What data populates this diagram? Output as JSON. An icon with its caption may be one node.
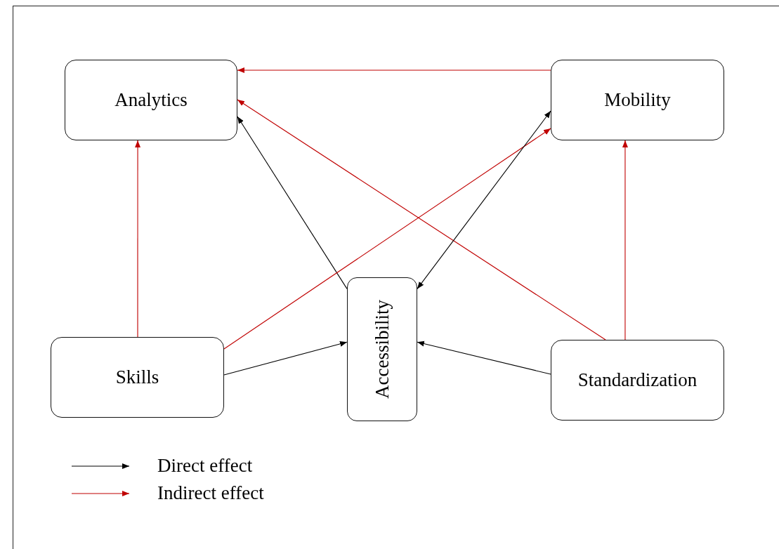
{
  "diagram": {
    "nodes": [
      {
        "text": [
          "Analytics"
        ]
      },
      {
        "text": [
          "Mobility"
        ]
      },
      {
        "text": [
          "Accessibility"
        ]
      },
      {
        "text": [
          "Skills"
        ]
      },
      {
        "text": [
          "Standardization"
        ]
      }
    ],
    "edges": [
      {
        "from": 1,
        "to": 0,
        "arrow": "to"
      },
      {
        "from": 2,
        "to": 0,
        "arrow": "to",
        "color": "#000000"
      },
      {
        "from": 4,
        "to": 0,
        "arrow": "to"
      },
      {
        "from": 3,
        "to": 0,
        "arrow": "to"
      },
      {
        "from": 3,
        "to": 1,
        "arrow": "to"
      },
      {
        "from": 3,
        "to": 2,
        "arrow": "to",
        "color": "#000000"
      },
      {
        "from": 2,
        "to": 1,
        "arrow": "both",
        "color": "#000000"
      },
      {
        "from": 4,
        "to": 2,
        "arrow": "to",
        "color": "#000000"
      },
      {
        "from": 4,
        "to": 1,
        "arrow": "to"
      }
    ],
    "legend": [
      {
        "text": "Direct effect"
      },
      {
        "text": "Indirect effect"
      }
    ]
  }
}
